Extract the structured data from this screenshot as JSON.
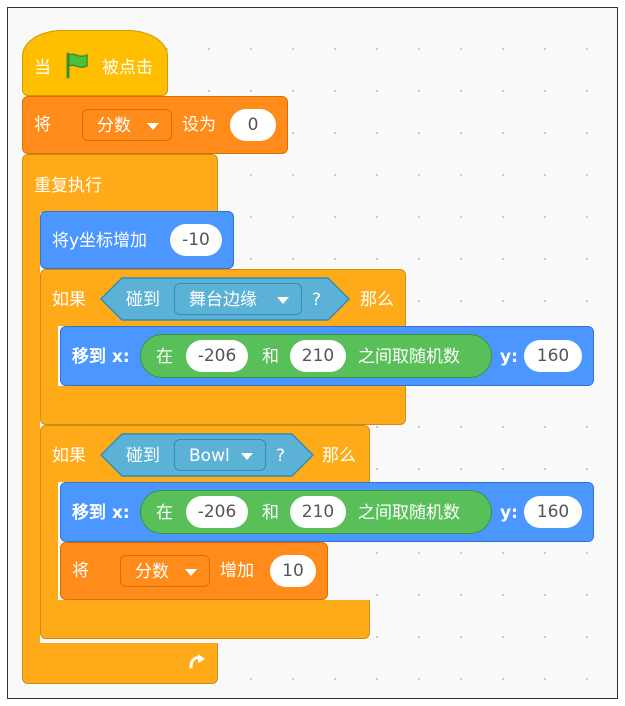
{
  "hat": {
    "label_when": "当",
    "label_clicked": "被点击",
    "flag_icon": "green-flag-icon"
  },
  "set_var": {
    "label_set": "将",
    "variable": "分数",
    "label_to": "设为",
    "value": "0"
  },
  "forever": {
    "label": "重复执行",
    "loop_icon": "loop-arrow-icon"
  },
  "change_y": {
    "label": "将y坐标增加",
    "value": "-10"
  },
  "if1": {
    "label_if": "如果",
    "label_then": "那么",
    "touching_label": "碰到",
    "target": "舞台边缘",
    "question": "?"
  },
  "goto1": {
    "label": "移到 x:",
    "rand_label_in": "在",
    "rand_from": "-206",
    "rand_and": "和",
    "rand_to": "210",
    "rand_suffix": "之间取随机数",
    "label_y": "y:",
    "y_value": "160"
  },
  "if2": {
    "label_if": "如果",
    "label_then": "那么",
    "touching_label": "碰到",
    "target": "Bowl",
    "question": "?"
  },
  "goto2": {
    "label": "移到 x:",
    "rand_label_in": "在",
    "rand_from": "-206",
    "rand_and": "和",
    "rand_to": "210",
    "rand_suffix": "之间取随机数",
    "label_y": "y:",
    "y_value": "160"
  },
  "change_var": {
    "label_change": "将",
    "variable": "分数",
    "label_by": "增加",
    "value": "10"
  },
  "colors": {
    "events": "#ffbf00",
    "control": "#ffab19",
    "variables": "#ff8c1a",
    "motion": "#4c97ff",
    "sensing": "#5cb1d6",
    "operators": "#59c059"
  }
}
